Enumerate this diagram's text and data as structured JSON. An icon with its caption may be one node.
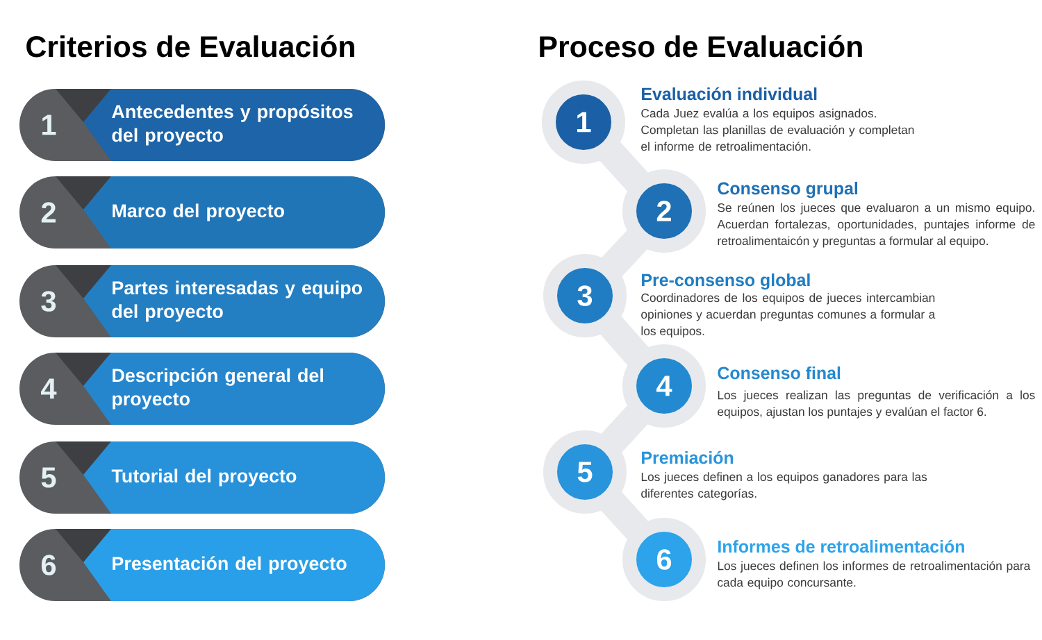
{
  "diagram": {
    "nodes": [
      {
        "text": [
          "1",
          "Antecedentes y propósitos del proyecto"
        ]
      },
      {
        "text": [
          "2",
          "Marco del proyecto"
        ]
      },
      {
        "text": [
          "3",
          "Partes interesadas y equipo del proyecto"
        ]
      },
      {
        "text": [
          "4",
          "Descripción general del proyecto"
        ]
      },
      {
        "text": [
          "5",
          "Tutorial del proyecto"
        ]
      },
      {
        "text": [
          "6",
          "Presentación del proyecto"
        ]
      },
      {
        "text": [
          "1"
        ],
        "beside": [
          "Evaluación individual",
          "Cada Juez evalúa a los equipos asignados. Completan las planillas de evaluación y completan el informe de retroalimentación."
        ]
      },
      {
        "text": [
          "2"
        ],
        "beside": [
          "Consenso grupal",
          "Se reúnen los jueces que evaluaron a un mismo equipo. Acuerdan fortalezas, oportunidades, puntajes informe de retroalimentaicón y preguntas a formular al equipo."
        ]
      },
      {
        "text": [
          "3"
        ],
        "beside": [
          "Pre-consenso global",
          "Coordinadores de los equipos de jueces intercambian opiniones y acuerdan preguntas comunes a formular a los equipos."
        ]
      },
      {
        "text": [
          "4"
        ],
        "beside": [
          "Consenso final",
          "Los jueces realizan las preguntas de verificación a los equipos, ajustan los puntajes y evalúan el factor 6."
        ]
      },
      {
        "text": [
          "5"
        ],
        "beside": [
          "Premiación",
          "Los jueces definen a los equipos ganadores para las diferentes categorías."
        ]
      },
      {
        "text": [
          "6"
        ],
        "beside": [
          "Informes de retroalimentación",
          "Los jueces definen los informes de retroalimentación para cada equipo concursante."
        ]
      }
    ],
    "edges": [
      {
        "from": 6,
        "to": 7,
        "arrow": "none"
      },
      {
        "from": 7,
        "to": 8,
        "arrow": "none"
      },
      {
        "from": 8,
        "to": 9,
        "arrow": "none"
      },
      {
        "from": 9,
        "to": 10,
        "arrow": "none"
      },
      {
        "from": 10,
        "to": 11,
        "arrow": "none"
      }
    ],
    "labels": [
      "Criterios de Evaluación",
      "Proceso de Evaluación"
    ]
  }
}
